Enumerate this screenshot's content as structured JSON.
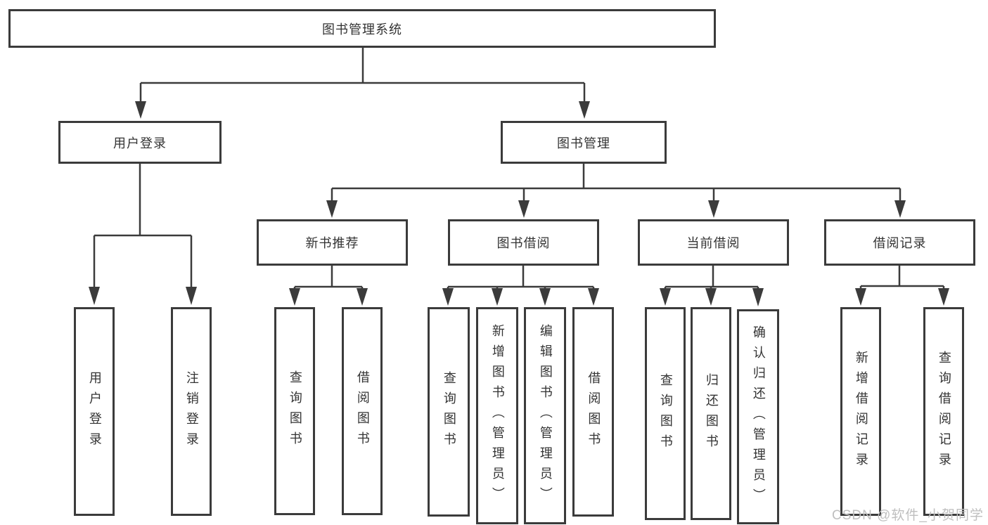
{
  "diagram": {
    "title": "图书管理系统",
    "type": "functional-structure-tree"
  },
  "tree": {
    "label": "图书管理系统",
    "children": [
      {
        "label": "用户登录",
        "children": [
          {
            "label": "用户登录"
          },
          {
            "label": "注销登录"
          }
        ]
      },
      {
        "label": "图书管理",
        "children": [
          {
            "label": "新书推荐",
            "children": [
              {
                "label": "查询图书"
              },
              {
                "label": "借阅图书"
              }
            ]
          },
          {
            "label": "图书借阅",
            "children": [
              {
                "label": "查询图书"
              },
              {
                "label": "新增图书（管理员）"
              },
              {
                "label": "编辑图书（管理员）"
              },
              {
                "label": "借阅图书"
              }
            ]
          },
          {
            "label": "当前借阅",
            "children": [
              {
                "label": "查询图书"
              },
              {
                "label": "归还图书"
              },
              {
                "label": "确认归还（管理员）"
              }
            ]
          },
          {
            "label": "借阅记录",
            "children": [
              {
                "label": "新增借阅记录"
              },
              {
                "label": "查询借阅记录"
              }
            ]
          }
        ]
      }
    ]
  },
  "watermark": {
    "text": "CSDN @软件_小贺同学"
  },
  "colors": {
    "line": "#3b3b3b",
    "text": "#333333",
    "box_background": "#ffffff",
    "page_background": "#ffffff",
    "watermark": "#bfbfbf"
  }
}
